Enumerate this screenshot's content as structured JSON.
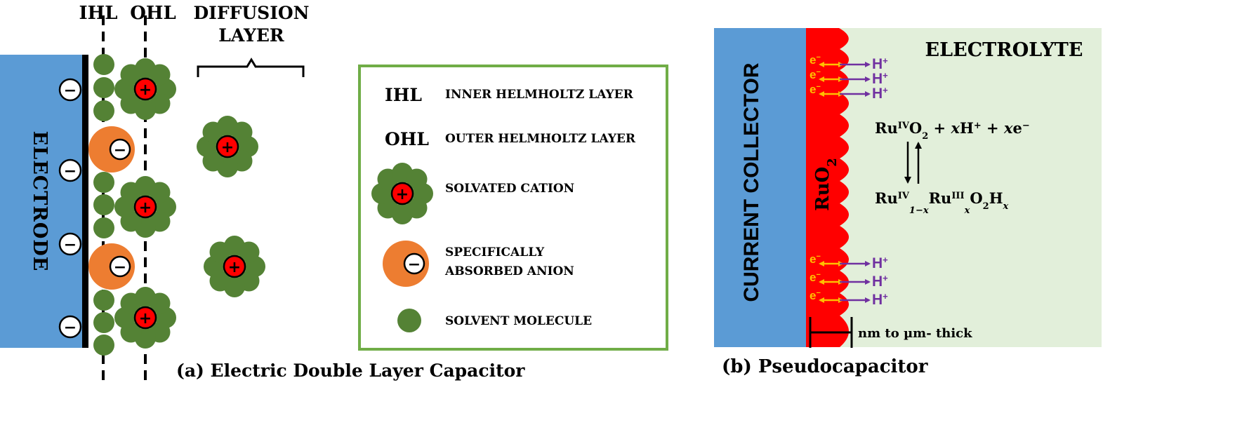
{
  "panel_a": {
    "electrode_label": "ELECTRODE",
    "ihl_label": "IHL",
    "ohl_label": "OHL",
    "diffusion_label_line1": "DIFFUSION",
    "diffusion_label_line2": "LAYER",
    "caption": "(a) Electric Double Layer Capacitor",
    "minus_symbol": "−",
    "plus_symbol": "+",
    "legend": {
      "ihl_abbr": "IHL",
      "ihl_text": "INNER HELMHOLTZ LAYER",
      "ohl_abbr": "OHL",
      "ohl_text": "OUTER HELMHOLTZ LAYER",
      "cation_text": "SOLVATED CATION",
      "anion_text_line1": "SPECIFICALLY",
      "anion_text_line2": "ABSORBED ANION",
      "solvent_text": "SOLVENT MOLECULE"
    }
  },
  "panel_b": {
    "collector_label": "CURRENT COLLECTOR",
    "ruo2_label": "RuO",
    "ruo2_sub": "2",
    "electrolyte_label": "ELECTROLYTE",
    "electron_label": "e",
    "electron_sup": "−",
    "proton_label": "H",
    "proton_sup": "+",
    "reaction_top": {
      "ru": "Ru",
      "ox": "IV",
      "o": "O",
      "sub2": "2",
      "rest1": " + ",
      "x1": "x",
      "h": "H",
      "hsup": "+",
      "rest2": " + ",
      "x2": "x",
      "e": "e",
      "esup": "−"
    },
    "reaction_bottom": {
      "ru1": "Ru",
      "ox1": "IV",
      "sub1": "1−x",
      "ru2": "Ru",
      "ox2": "III",
      "sub2": "x",
      "o": "O",
      "osub": "2",
      "h": "H",
      "hsub": "x"
    },
    "thickness_label": "nm to µm- thick",
    "caption": "(b) Pseudocapacitor"
  },
  "colors": {
    "electrode_blue": "#5b9bd5",
    "solvent_green": "#548235",
    "anion_orange": "#ed7d31",
    "cation_red": "#ff0000",
    "ruo2_red": "#ff0000",
    "electrolyte_green": "#e2efda",
    "legend_border": "#70ad47",
    "electron_arrow": "#ffc000",
    "proton_arrow": "#7030a0"
  }
}
